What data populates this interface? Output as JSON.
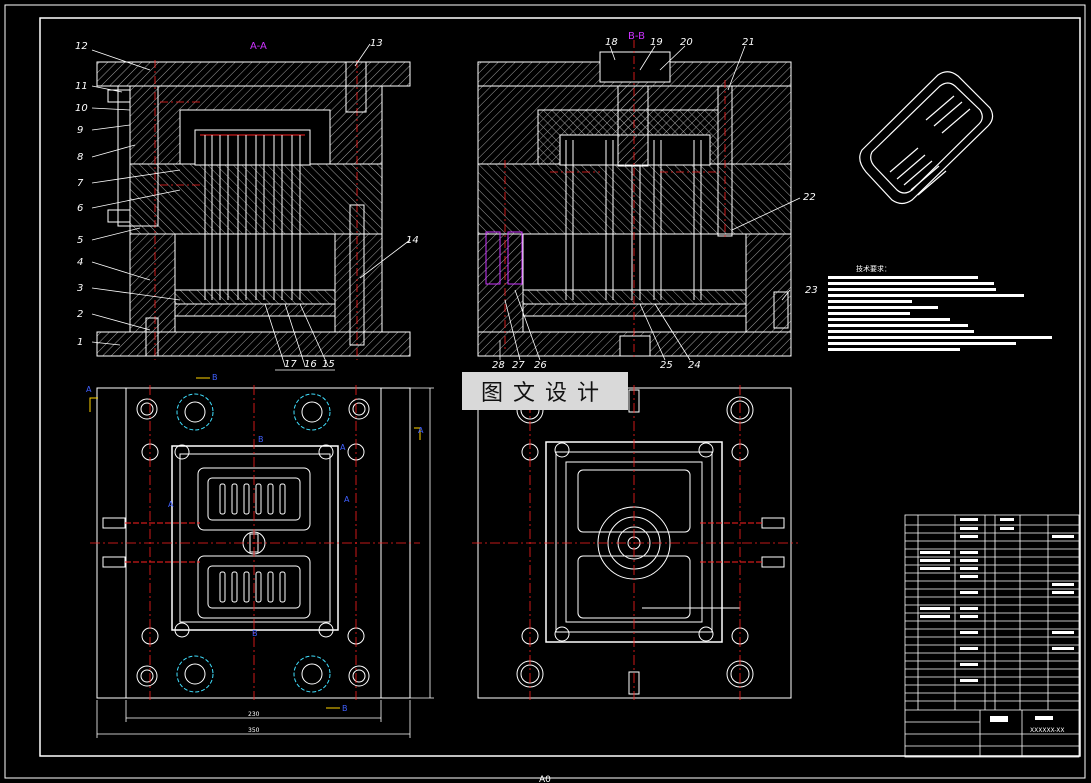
{
  "views": {
    "section_aa_title": "A-A",
    "section_bb_title": "B-B",
    "part_numbers_left": [
      "12",
      "11",
      "10",
      "9",
      "8",
      "7",
      "6",
      "5",
      "4",
      "3",
      "2",
      "1"
    ],
    "part_numbers_bottom_left": [
      "17",
      "16",
      "15"
    ],
    "part_13": "13",
    "part_14": "14",
    "part_numbers_top_right": [
      "18",
      "19",
      "20",
      "21"
    ],
    "part_22": "22",
    "part_23": "23",
    "part_numbers_bottom_right": [
      "28",
      "27",
      "26",
      "25",
      "24"
    ],
    "section_marks": {
      "a": "A",
      "b": "B"
    },
    "dim_inner": "230",
    "dim_outer": "350"
  },
  "tech_requirements_title": "技术要求：",
  "watermark": "图文设计",
  "title_block": {
    "drawing_number": "XXXXXX-XX"
  },
  "sheet_size_label": "A0",
  "colors": {
    "background": "#000000",
    "lines": "#ffffff",
    "hatch": "#bfbfbf",
    "centerline": "#ff2020",
    "dimension": "#ff3030",
    "blue_mark": "#4060ff",
    "yellow": "#ffd400",
    "magenta": "#cc33ff",
    "cyan": "#40e0ff"
  }
}
